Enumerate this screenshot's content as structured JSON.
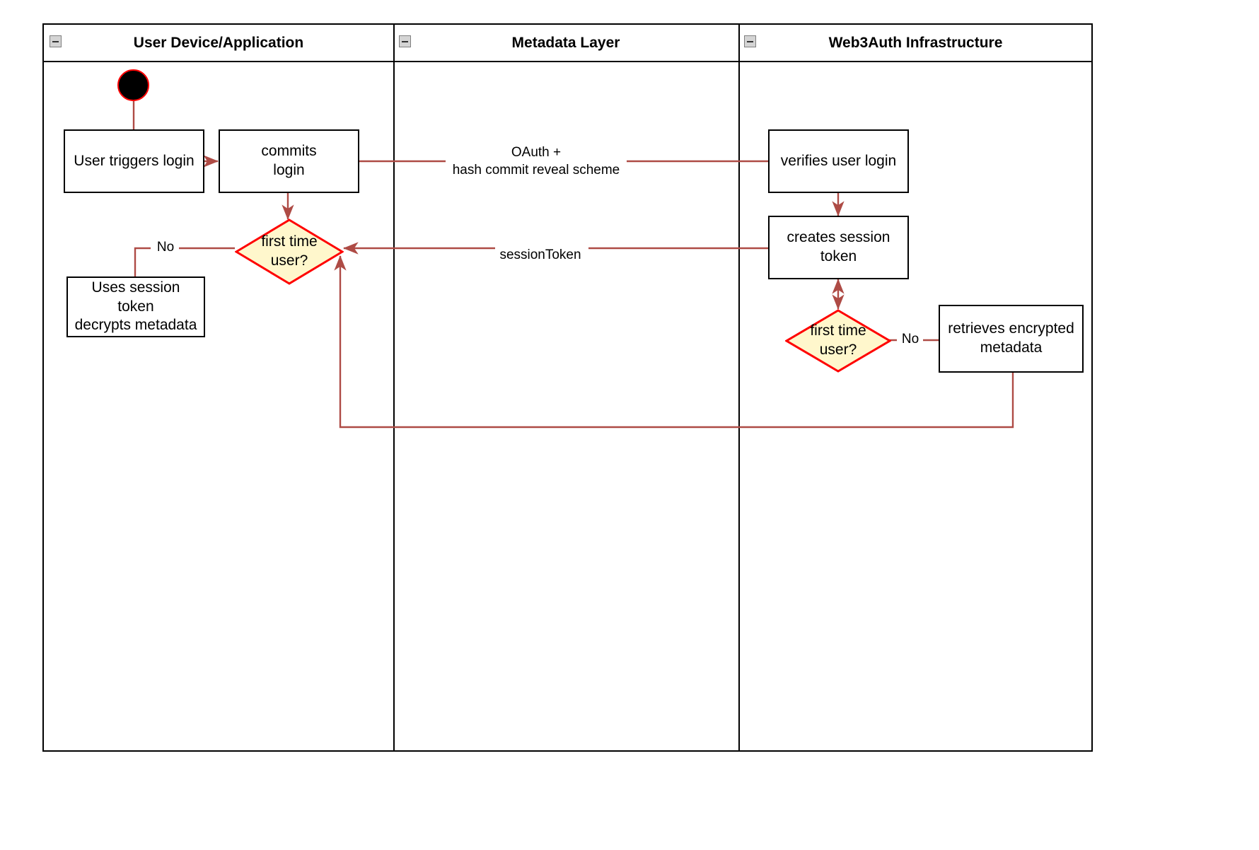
{
  "diagram": {
    "type": "swimlane-activity-diagram",
    "lanes": [
      {
        "title": "User Device/Application",
        "collapse_icon": "collapse-minus-icon"
      },
      {
        "title": "Metadata Layer",
        "collapse_icon": "collapse-minus-icon"
      },
      {
        "title": "Web3Auth Infrastructure",
        "collapse_icon": "collapse-minus-icon"
      }
    ],
    "nodes": [
      {
        "id": "start",
        "lane": 0,
        "shape": "start-circle",
        "label": ""
      },
      {
        "id": "user-triggers",
        "lane": 0,
        "shape": "box",
        "label": "User triggers login"
      },
      {
        "id": "commits-login",
        "lane": 0,
        "shape": "box",
        "label": "commits\nlogin"
      },
      {
        "id": "first-time-left",
        "lane": 0,
        "shape": "diamond",
        "label": "first time\nuser?"
      },
      {
        "id": "uses-session",
        "lane": 0,
        "shape": "box",
        "label": "Uses session\ntoken\ndecrypts metadata"
      },
      {
        "id": "verifies-login",
        "lane": 2,
        "shape": "box",
        "label": "verifies user login"
      },
      {
        "id": "creates-session",
        "lane": 2,
        "shape": "box",
        "label": "creates session\ntoken"
      },
      {
        "id": "first-time-right",
        "lane": 2,
        "shape": "diamond",
        "label": "first time\nuser?"
      },
      {
        "id": "retrieves-meta",
        "lane": 2,
        "shape": "box",
        "label": "retrieves encrypted\nmetadata"
      }
    ],
    "edge_labels": {
      "oauth": "OAuth +\nhash commit reveal scheme",
      "session_token": "sessionToken",
      "no_left": "No",
      "no_right": "No"
    },
    "colors": {
      "edge": "#ae4b45",
      "decision_fill": "#fff7cc",
      "decision_stroke": "#ff0000",
      "node_stroke": "#000000",
      "node_fill": "#ffffff",
      "lane_stroke": "#000000",
      "text": "#000000"
    }
  }
}
